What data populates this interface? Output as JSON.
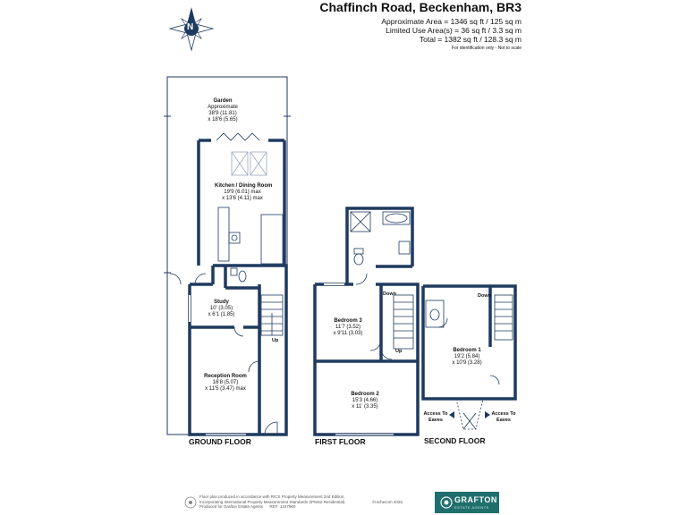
{
  "header": {
    "title": "Chaffinch Road, Beckenham, BR3",
    "approx_area": "Approximate Area = 1346 sq ft / 125 sq m",
    "limited_use": "Limited Use Area(s) = 36 sq ft / 3.3 sq m",
    "total": "Total = 1382 sq ft / 128.3 sq m",
    "note": "For identification only - Not to scale"
  },
  "compass": {
    "letter": "N",
    "icon": "compass-rose-icon"
  },
  "rooms": {
    "garden": {
      "name": "Garden",
      "line1": "Approximate",
      "line2": "38'9 (11.81)",
      "line3": "x 18'6 (5.65)"
    },
    "kitchen": {
      "name": "Kitchen / Dining Room",
      "line1": "19'9 (6.01) max",
      "line2": "x 13'6 (4.11) max"
    },
    "study": {
      "name": "Study",
      "line1": "10' (3.05)",
      "line2": "x 6'1 (1.85)"
    },
    "reception": {
      "name": "Reception Room",
      "line1": "16'8 (5.07)",
      "line2": "x 11'5 (3.47) max"
    },
    "bedroom3": {
      "name": "Bedroom 3",
      "line1": "11'7 (3.52)",
      "line2": "x 9'11 (3.03)"
    },
    "bedroom2": {
      "name": "Bedroom 2",
      "line1": "15'3 (4.66)",
      "line2": "x 11' (3.35)"
    },
    "bedroom1": {
      "name": "Bedroom 1",
      "line1": "19'2 (5.84)",
      "line2": "x 10'9 (3.28)"
    }
  },
  "stairs": {
    "up": "Up",
    "down": "Down"
  },
  "eaves": {
    "line1": "Access To",
    "line2": "Eaves"
  },
  "floors": {
    "ground": "GROUND FLOOR",
    "first": "FIRST FLOOR",
    "second": "SECOND FLOOR"
  },
  "footer": {
    "line1": "Floor plan produced in accordance with RICS Property Measurement 2nd Edition,",
    "line2": "Incorporating International Property Measurement Standards (IPMS2 Residential).",
    "line3": "Produced for Grafton Estate Agents",
    "ref": "REF: 1247960",
    "copyright": "©nichecom 2025.",
    "brand": "GRAFTON",
    "brand_sub": "ESTATE AGENTS",
    "brand_color": "#1f6f6d"
  },
  "colors": {
    "wall": "#1f3a5f",
    "accent": "#5d8fc7",
    "text": "#111111"
  }
}
